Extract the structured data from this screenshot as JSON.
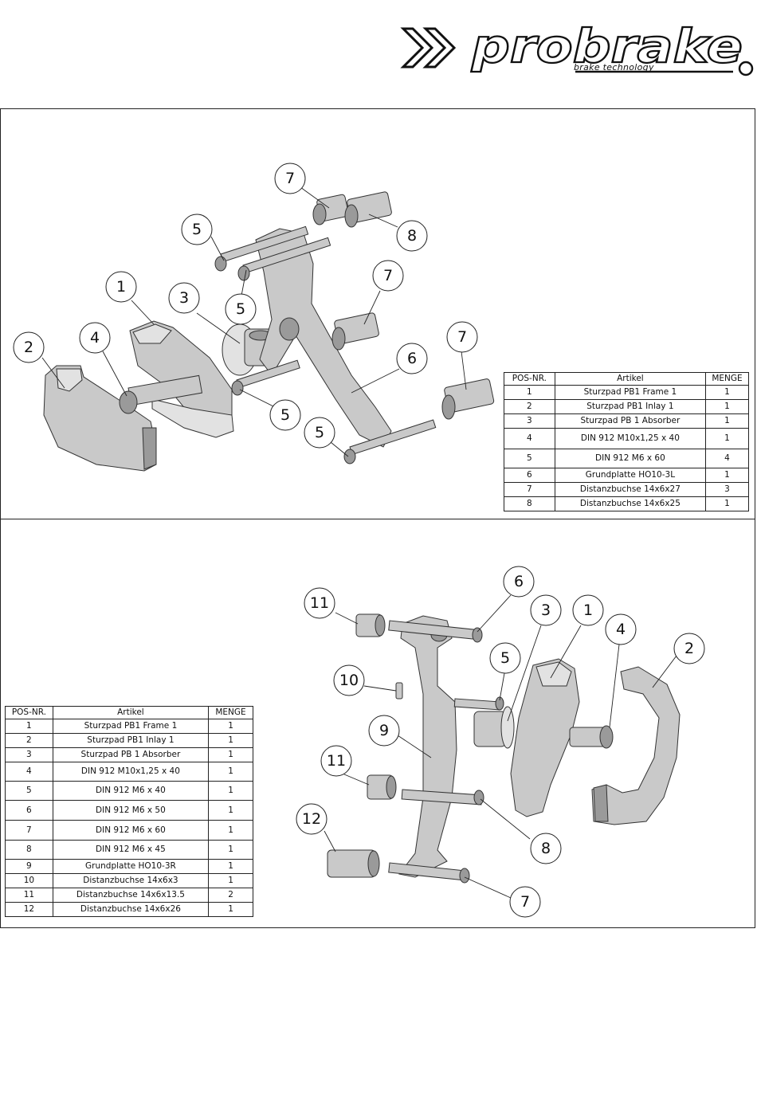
{
  "brand": {
    "name": "probrake",
    "tagline": "brake technology"
  },
  "bom_top": {
    "headers": [
      "POS-NR.",
      "Artikel",
      "MENGE"
    ],
    "rows": [
      {
        "pos": "1",
        "artikel": "Sturzpad PB1 Frame 1",
        "menge": "1"
      },
      {
        "pos": "2",
        "artikel": "Sturzpad PB1 Inlay 1",
        "menge": "1"
      },
      {
        "pos": "3",
        "artikel": "Sturzpad PB 1 Absorber",
        "menge": "1"
      },
      {
        "pos": "4",
        "artikel": "DIN 912 M10x1,25 x 40",
        "menge": "1"
      },
      {
        "pos": "5",
        "artikel": "DIN 912 M6 x 60",
        "menge": "4"
      },
      {
        "pos": "6",
        "artikel": "Grundplatte HO10-3L",
        "menge": "1"
      },
      {
        "pos": "7",
        "artikel": "Distanzbuchse 14x6x27",
        "menge": "3"
      },
      {
        "pos": "8",
        "artikel": "Distanzbuchse 14x6x25",
        "menge": "1"
      }
    ]
  },
  "bom_bottom": {
    "headers": [
      "POS-NR.",
      "Artikel",
      "MENGE"
    ],
    "rows": [
      {
        "pos": "1",
        "artikel": "Sturzpad PB1 Frame 1",
        "menge": "1"
      },
      {
        "pos": "2",
        "artikel": "Sturzpad PB1 Inlay 1",
        "menge": "1"
      },
      {
        "pos": "3",
        "artikel": "Sturzpad PB 1 Absorber",
        "menge": "1"
      },
      {
        "pos": "4",
        "artikel": "DIN 912 M10x1,25 x 40",
        "menge": "1"
      },
      {
        "pos": "5",
        "artikel": "DIN 912 M6 x 40",
        "menge": "1"
      },
      {
        "pos": "6",
        "artikel": "DIN 912 M6 x 50",
        "menge": "1"
      },
      {
        "pos": "7",
        "artikel": "DIN 912 M6 x 60",
        "menge": "1"
      },
      {
        "pos": "8",
        "artikel": "DIN 912 M6 x 45",
        "menge": "1"
      },
      {
        "pos": "9",
        "artikel": "Grundplatte HO10-3R",
        "menge": "1"
      },
      {
        "pos": "10",
        "artikel": "Distanzbuchse 14x6x3",
        "menge": "1"
      },
      {
        "pos": "11",
        "artikel": "Distanzbuchse 14x6x13.5",
        "menge": "2"
      },
      {
        "pos": "12",
        "artikel": "Distanzbuchse 14x6x26",
        "menge": "1"
      }
    ]
  },
  "callouts_top": [
    "7",
    "5",
    "8",
    "1",
    "3",
    "7",
    "5",
    "2",
    "4",
    "7",
    "6",
    "5",
    "5"
  ],
  "callouts_bottom": [
    "6",
    "3",
    "1",
    "11",
    "4",
    "2",
    "5",
    "10",
    "9",
    "11",
    "12",
    "8",
    "7"
  ]
}
